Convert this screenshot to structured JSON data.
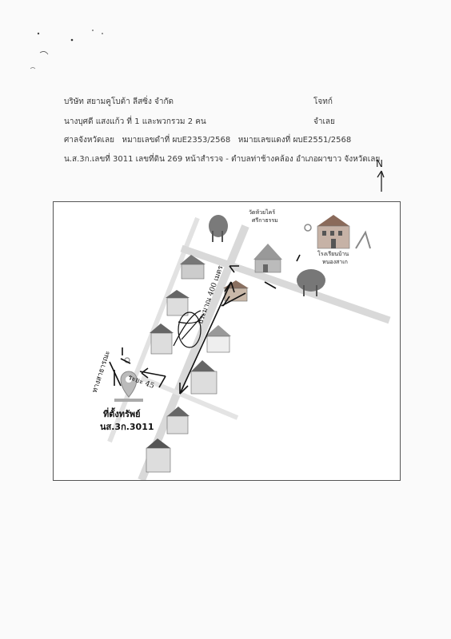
{
  "header": {
    "company": "บริษัท สยามคูโบต้า ลีสซิ่ง จำกัด",
    "plaintiff_label": "โจทก์",
    "defendant": "นางบุศดี แสงแก้ว ที่ 1 และพวกรวม 2 คน",
    "defendant_label": "จำเลย",
    "court": "ศาลจังหวัดเลย",
    "black_case_label": "หมายเลขดำที่",
    "black_case_no": "ผบE2353/2568",
    "red_case_label": "หมายเลขแดงที่",
    "red_case_no": "ผบE2551/2568",
    "deed_prefix": "น.ส.3ก.เลขที่ 3011 เลขที่ดิน",
    "land_no": "269",
    "deed_suffix": "หน้าสำรวจ - ตำบลท่าช้างคล้อง อำเภอผาขาว จังหวัดเลย"
  },
  "north_mark": "N",
  "map": {
    "temple_label_1": "วัดห้วยไคร้",
    "temple_label_2": "ศรีกาธรรม",
    "school_label_1": "โรงเรียนบ้าน",
    "school_label_2": "หนองสาเก",
    "property_label": "ที่ตั้งทรัพย์",
    "property_deed": "นส.3ก.3011",
    "hand_distance_road": "ประมาณ 400 เมตร",
    "hand_distance_side": "ระยะ 45",
    "hand_side_note": "ทางสาธารณะ"
  },
  "colors": {
    "road": "#d9d9d9",
    "ink": "#111111",
    "pin": "#8a8a8a"
  }
}
